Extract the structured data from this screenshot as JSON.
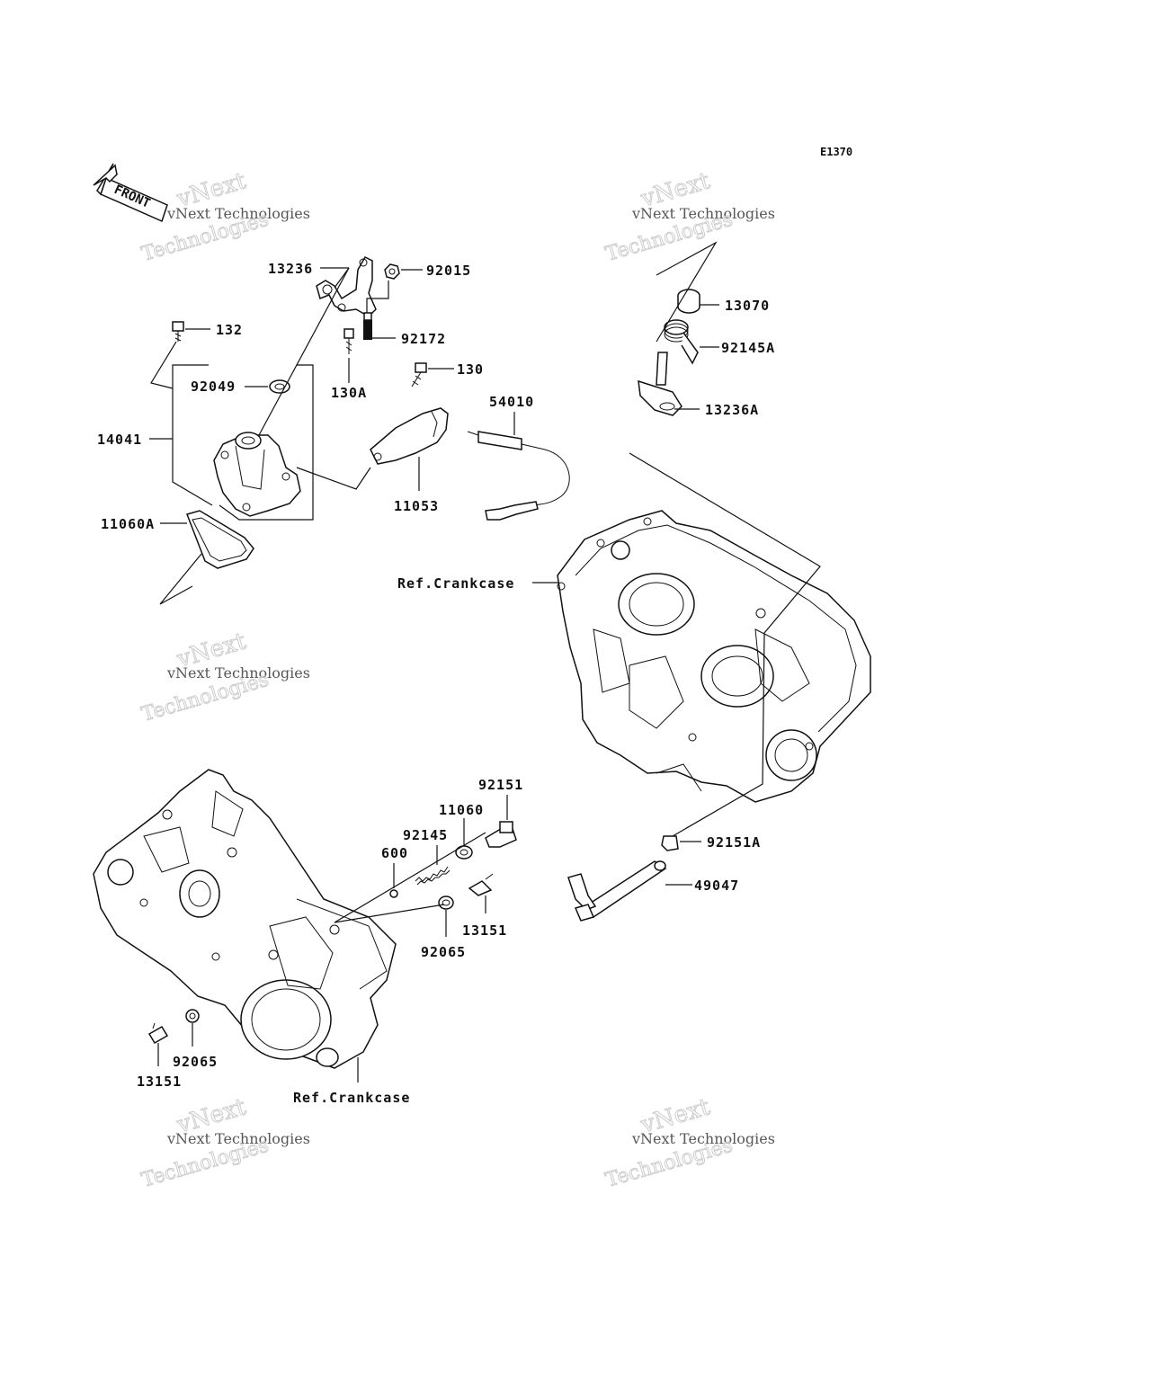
{
  "diagram_code": "E1370",
  "front_label": "FRONT",
  "watermark": {
    "line1": "vNext Technologies",
    "line2": "vNext",
    "line3": "Technologies"
  },
  "labels": {
    "p13236": "13236",
    "p92015": "92015",
    "p132": "132",
    "p92172": "92172",
    "p92049": "92049",
    "p130A": "130A",
    "p130": "130",
    "p54010": "54010",
    "p14041": "14041",
    "p11053": "11053",
    "p11060A": "11060A",
    "p13070": "13070",
    "p92145A": "92145A",
    "p13236A": "13236A",
    "ref_crankcase_upper": "Ref.Crankcase",
    "ref_crankcase_lower": "Ref.Crankcase",
    "p92151": "92151",
    "p11060": "11060",
    "p92145": "92145",
    "p600": "600",
    "p92151A": "92151A",
    "p49047": "49047",
    "p13151_right": "13151",
    "p92065_mid": "92065",
    "p92065_low": "92065",
    "p13151_low": "13151"
  }
}
